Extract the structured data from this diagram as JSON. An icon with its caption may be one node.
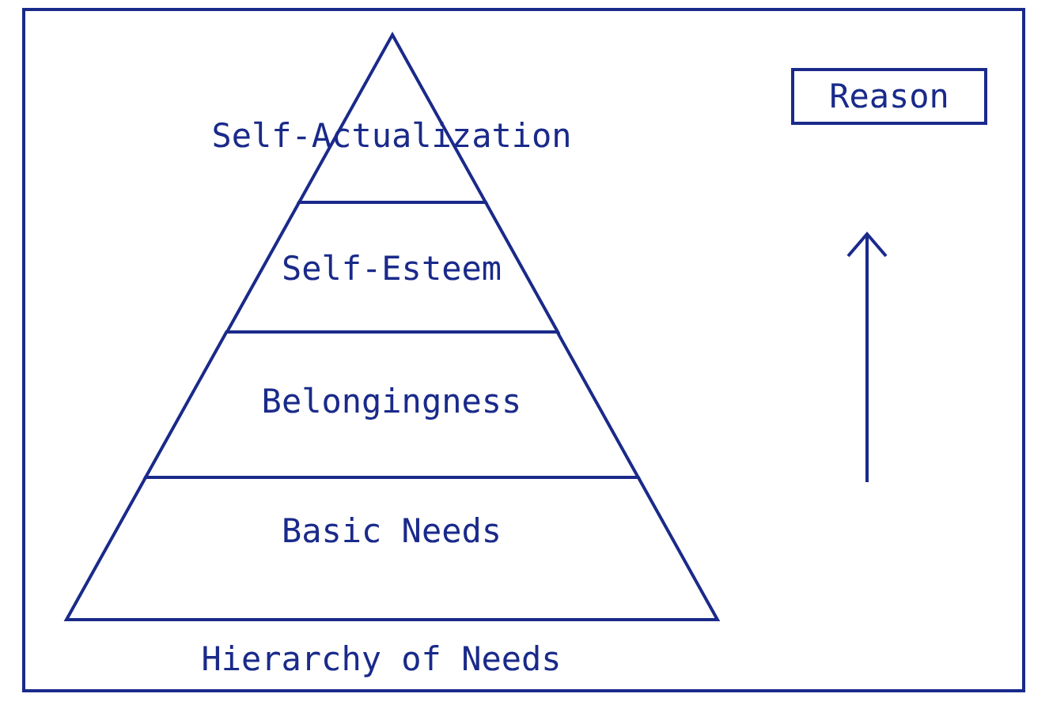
{
  "diagram": {
    "caption": "Hierarchy of Needs",
    "nodes": [
      {
        "text": [
          "Self-Actualization"
        ]
      },
      {
        "text": [
          "Self-Esteem"
        ]
      },
      {
        "text": [
          "Belongingness"
        ]
      },
      {
        "text": [
          "Basic Needs"
        ]
      },
      {
        "text": [
          "Reason"
        ]
      }
    ],
    "edges": []
  }
}
